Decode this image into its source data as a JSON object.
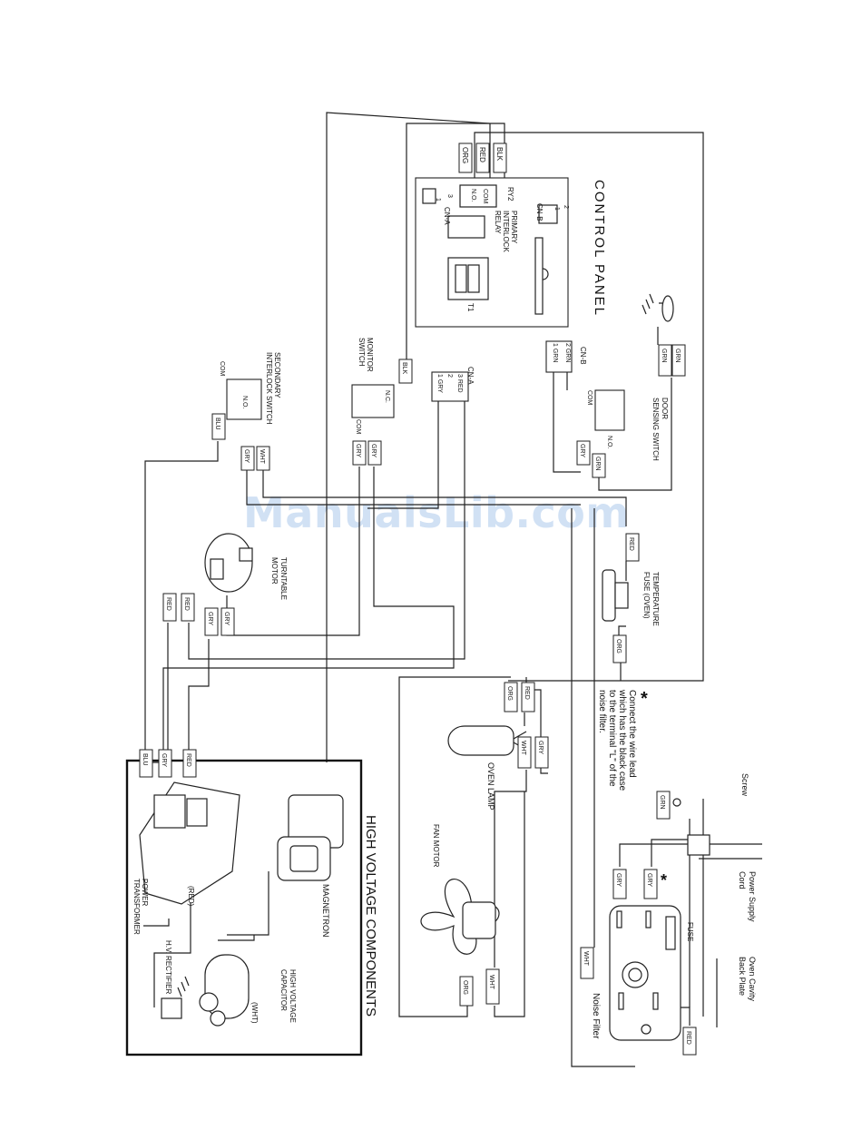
{
  "control_panel": {
    "title": "CONTROL PANEL",
    "relay_label": "RY2",
    "relay_desc": [
      "PRIMARY",
      "INTERLOCK",
      "RELAY"
    ],
    "connector_a": "CN-A",
    "connector_b": "CN-B",
    "transformer": "T1",
    "pins": {
      "com": "COM",
      "no": "N.O.",
      "p1": "1",
      "p2": "2",
      "p3": "3"
    },
    "top_tags": [
      "ORG",
      "RED",
      "BLK"
    ]
  },
  "switches": {
    "secondary": {
      "label": [
        "SECONDARY",
        "INTERLOCK SWITCH"
      ],
      "com": "COM",
      "no": "N.O.",
      "tags": [
        "BLU",
        "GRY",
        "WHT"
      ]
    },
    "monitor": {
      "label": [
        "MONITOR",
        "SWITCH"
      ],
      "nc": "N.C.",
      "com": "COM",
      "tags": [
        "BLK",
        "GRY",
        "GRY"
      ]
    },
    "door": {
      "label": [
        "DOOR",
        "SENSING SWITCH"
      ],
      "com": "COM",
      "no": "N.O.",
      "tags": [
        "GRY",
        "GRN"
      ]
    },
    "cn_a_pins": [
      "3 RED",
      "2",
      "1 GRY"
    ],
    "cn_b_pins": [
      "2 GRN",
      "1 GRN"
    ],
    "ground_tags": [
      "GRN",
      "GRN"
    ]
  },
  "components": {
    "turntable_motor": [
      "TURNTABLE",
      "MOTOR"
    ],
    "temperature_fuse": [
      "TEMPERATURE",
      "FUSE (OVEN)"
    ],
    "oven_lamp": "OVEN LAMP",
    "fan_motor": "FAN MOTOR",
    "magnetron": "MAGNETRON",
    "power_transformer": [
      "POWER",
      "TRANSFORMER"
    ],
    "hv_capacitor": [
      "HIGH VOLTAGE",
      "CAPACITOR"
    ],
    "hv_rectifier": "H.V. RECTIFIER",
    "noise_filter": "Noise Filter",
    "fuse": "FUSE",
    "screw": "Screw",
    "power_cord": [
      "Power Supply",
      "Cord"
    ],
    "back_plate": [
      "Oven Cavity",
      "Back Plate"
    ],
    "red_paren": "(RED)",
    "wht_paren": "(WHT)"
  },
  "high_voltage_title": "HIGH VOLTAGE COMPONENTS",
  "note": {
    "symbol": "*",
    "lines": [
      "Connect  the  wire  lead",
      "which has the black case",
      "to the terminal \"L\" of the",
      "noise filter."
    ]
  },
  "wire_tags": {
    "turntable": [
      "RED",
      "RED",
      "GRY",
      "GRY"
    ],
    "temp_fuse": [
      "RED",
      "ORG"
    ],
    "lamp": [
      "ORG",
      "RED",
      "GRY",
      "WHT"
    ],
    "fan": [
      "WHT",
      "ORG"
    ],
    "transformer": [
      "BLU",
      "GRY",
      "RED"
    ],
    "filter": [
      "GRY",
      "GRY",
      "WHT",
      "RED",
      "GRN"
    ]
  },
  "watermark": "ManualsLib.com"
}
